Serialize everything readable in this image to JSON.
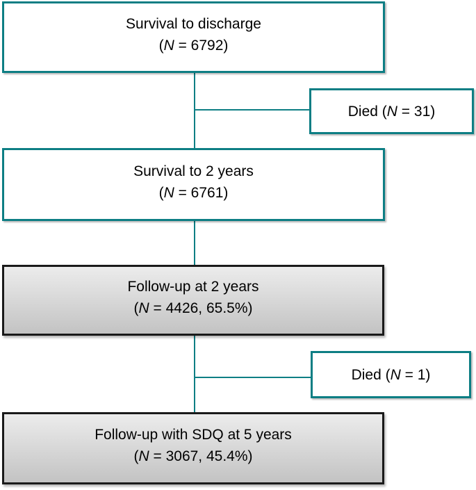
{
  "colors": {
    "teal": "#0d7e84",
    "border_dark": "#1a1a1a",
    "gray_top": "#ececec",
    "gray_bottom": "#c3c3c3",
    "text": "#000000",
    "background": "#ffffff"
  },
  "flow": {
    "main_boxes": [
      {
        "title": "Survival to discharge",
        "paren": "(",
        "n": "N",
        "rest": " = 6792)"
      },
      {
        "title": "Survival to 2 years",
        "paren": "(",
        "n": "N",
        "rest": " = 6761)"
      },
      {
        "title": "Follow-up at 2 years",
        "paren": "(",
        "n": "N",
        "rest": " = 4426, 65.5%)"
      },
      {
        "title": "Follow-up with SDQ at 5 years",
        "paren": "(",
        "n": "N",
        "rest": " = 3067, 45.4%)"
      }
    ],
    "side_boxes": [
      {
        "lead": "Died (",
        "n": "N",
        "rest": " = 31)"
      },
      {
        "lead": "Died (",
        "n": "N",
        "rest": " = 1)"
      }
    ]
  }
}
